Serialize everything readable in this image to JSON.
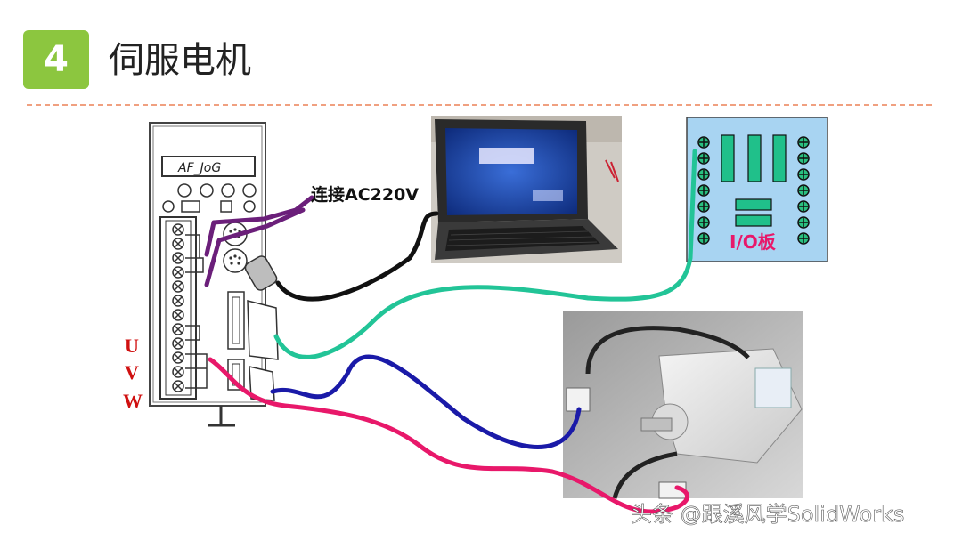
{
  "header": {
    "number": "4",
    "title": "伺服电机"
  },
  "drive": {
    "display": "AF_JoG",
    "phases": [
      "U",
      "V",
      "W"
    ]
  },
  "labels": {
    "power": "连接AC220V",
    "io_board": "I/O板"
  },
  "watermark": "头条 @跟溪风学SolidWorks",
  "colors": {
    "badge": "#8cc63f",
    "power_cable": "#6b1f7a",
    "pc_cable": "#111111",
    "io_cable": "#22c497",
    "encoder_cable": "#1a1aa8",
    "motor_power_cable": "#e8186a",
    "phase_text": "#d01010",
    "io_text": "#e8186a"
  }
}
